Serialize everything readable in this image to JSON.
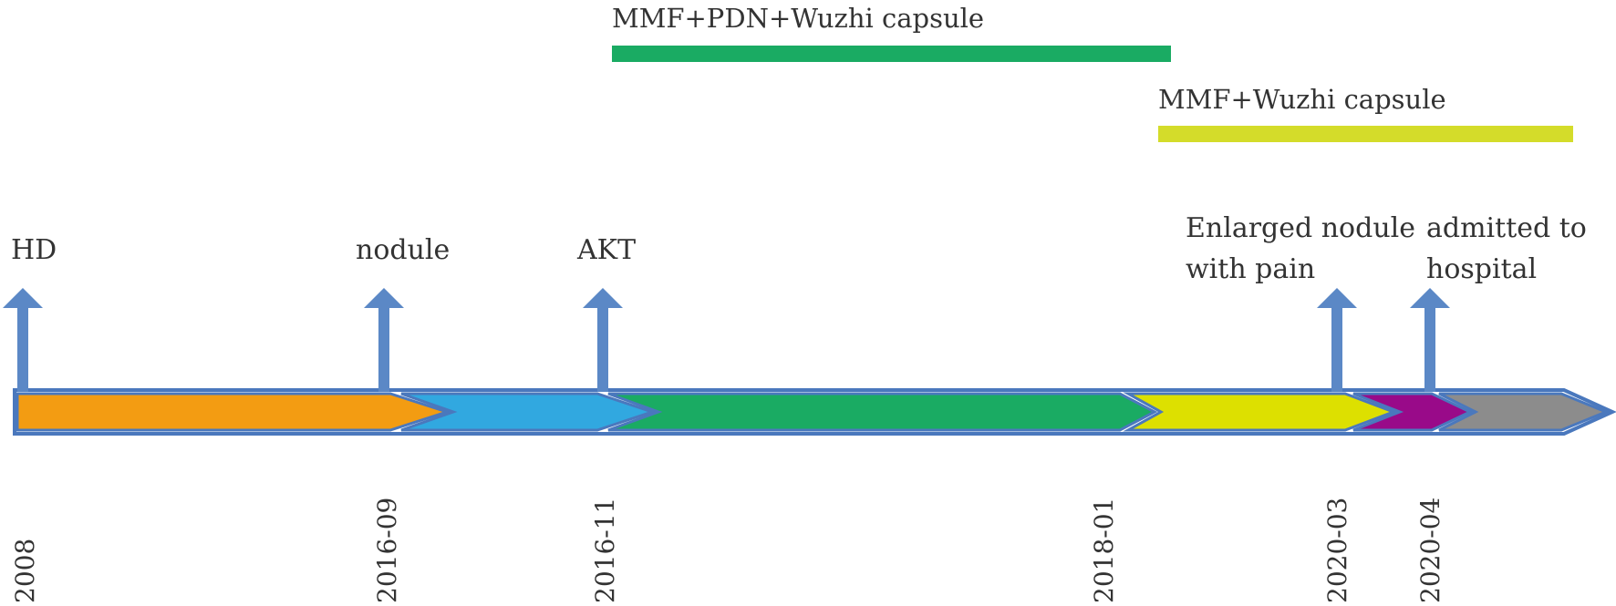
{
  "treatments": [
    {
      "label": "MMF+PDN+Wuzhi capsule",
      "color": "#1aab63"
    },
    {
      "label": "MMF+Wuzhi capsule",
      "color": "#d4dc2a"
    }
  ],
  "events": [
    {
      "label_lines": [
        "HD"
      ]
    },
    {
      "label_lines": [
        "nodule"
      ]
    },
    {
      "label_lines": [
        "AKT"
      ]
    },
    {
      "label_lines": [
        "Enlarged nodule",
        "with pain"
      ]
    },
    {
      "label_lines": [
        "admitted to",
        "hospital"
      ]
    }
  ],
  "dates": [
    "2008",
    "2016-09",
    "2016-11",
    "2018-01",
    "2020-03",
    "2020-04"
  ],
  "timeline_segment_colors": [
    "#f39c12",
    "#31a8e0",
    "#1aab63",
    "#dde000",
    "#990a89",
    "#8c8c8c"
  ],
  "colors": {
    "event_arrow": "#5b88c6",
    "bar_outline": "#4a78bd",
    "text": "#333333"
  }
}
